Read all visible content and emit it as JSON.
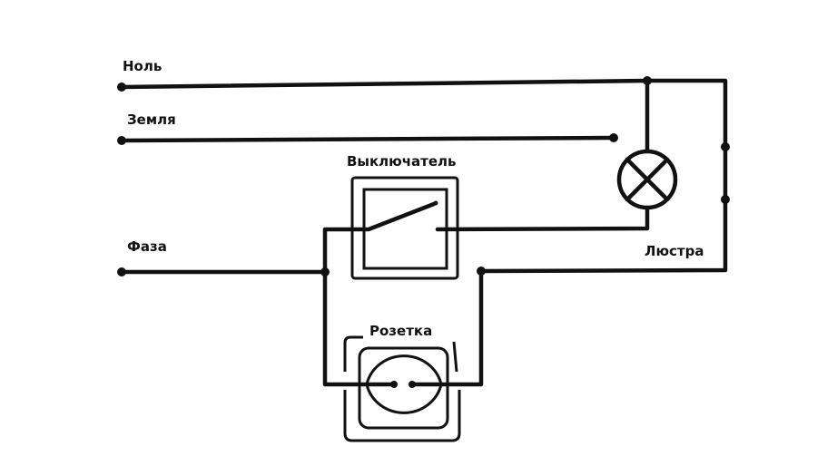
{
  "labels": {
    "neutral": "Ноль",
    "ground": "Земля",
    "switch": "Выключатель",
    "phase": "Фаза",
    "lamp": "Люстра",
    "socket": "Розетка"
  }
}
